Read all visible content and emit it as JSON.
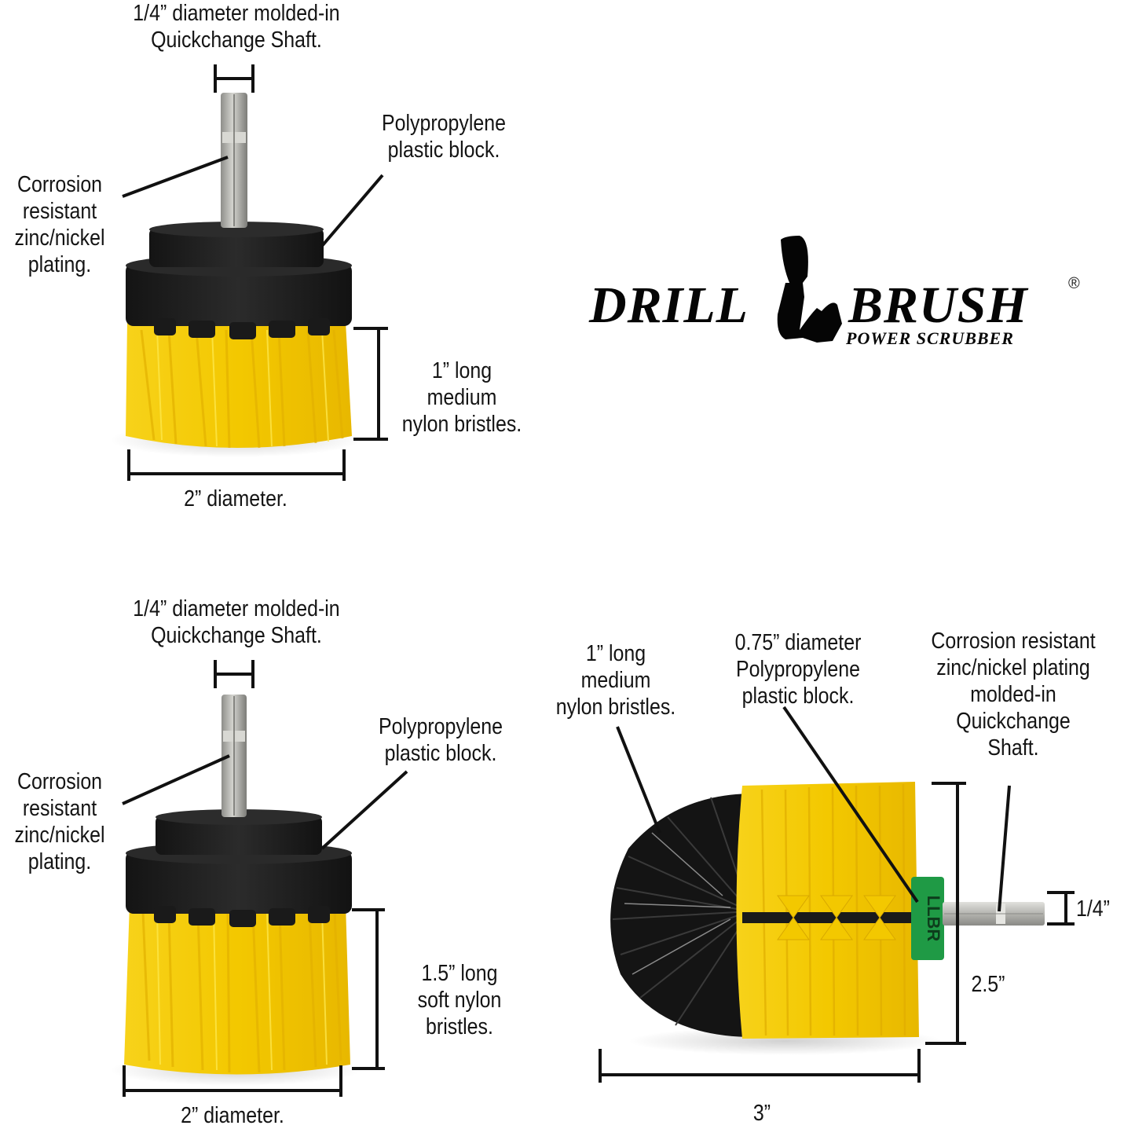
{
  "logo": {
    "word_left": "DRILL",
    "word_right": "BRUSH",
    "tagline": "POWER SCRUBBER",
    "registered": "®",
    "icon": "drill-silhouette-icon"
  },
  "brushes": [
    {
      "id": "flat-brush-medium",
      "shaft_label": [
        "1/4” diameter molded-in",
        "Quickchange Shaft."
      ],
      "plating_label": [
        "Corrosion",
        "resistant",
        "zinc/nickel",
        "plating."
      ],
      "block_label": [
        "Polypropylene",
        "plastic block."
      ],
      "bristle_label": [
        "1” long",
        "medium",
        "nylon bristles."
      ],
      "diameter_label": "2” diameter."
    },
    {
      "id": "flat-brush-soft",
      "shaft_label": [
        "1/4” diameter molded-in",
        "Quickchange Shaft."
      ],
      "plating_label": [
        "Corrosion",
        "resistant",
        "zinc/nickel",
        "plating."
      ],
      "block_label": [
        "Polypropylene",
        "plastic block."
      ],
      "bristle_label": [
        "1.5” long",
        "soft nylon",
        "bristles."
      ],
      "diameter_label": "2” diameter."
    },
    {
      "id": "round-brush",
      "bristle_label": [
        "1” long",
        "medium",
        "nylon bristles."
      ],
      "block_label": [
        "0.75” diameter",
        "Polypropylene",
        "plastic block."
      ],
      "shaft_label": [
        "Corrosion resistant",
        "zinc/nickel plating",
        "molded-in",
        "Quickchange",
        "Shaft."
      ],
      "shaft_dim": "1/4”",
      "height_dim": "2.5”",
      "length_dim": "3”",
      "collar_text": "LLBR"
    }
  ],
  "colors": {
    "bristle_yellow": "#f5cf0a",
    "bristle_shadow": "#d9a800",
    "block_black": "#1c1c1c",
    "shaft_silver": "#b9b9b4",
    "collar_green": "#1f9a45",
    "ink": "#111111"
  }
}
